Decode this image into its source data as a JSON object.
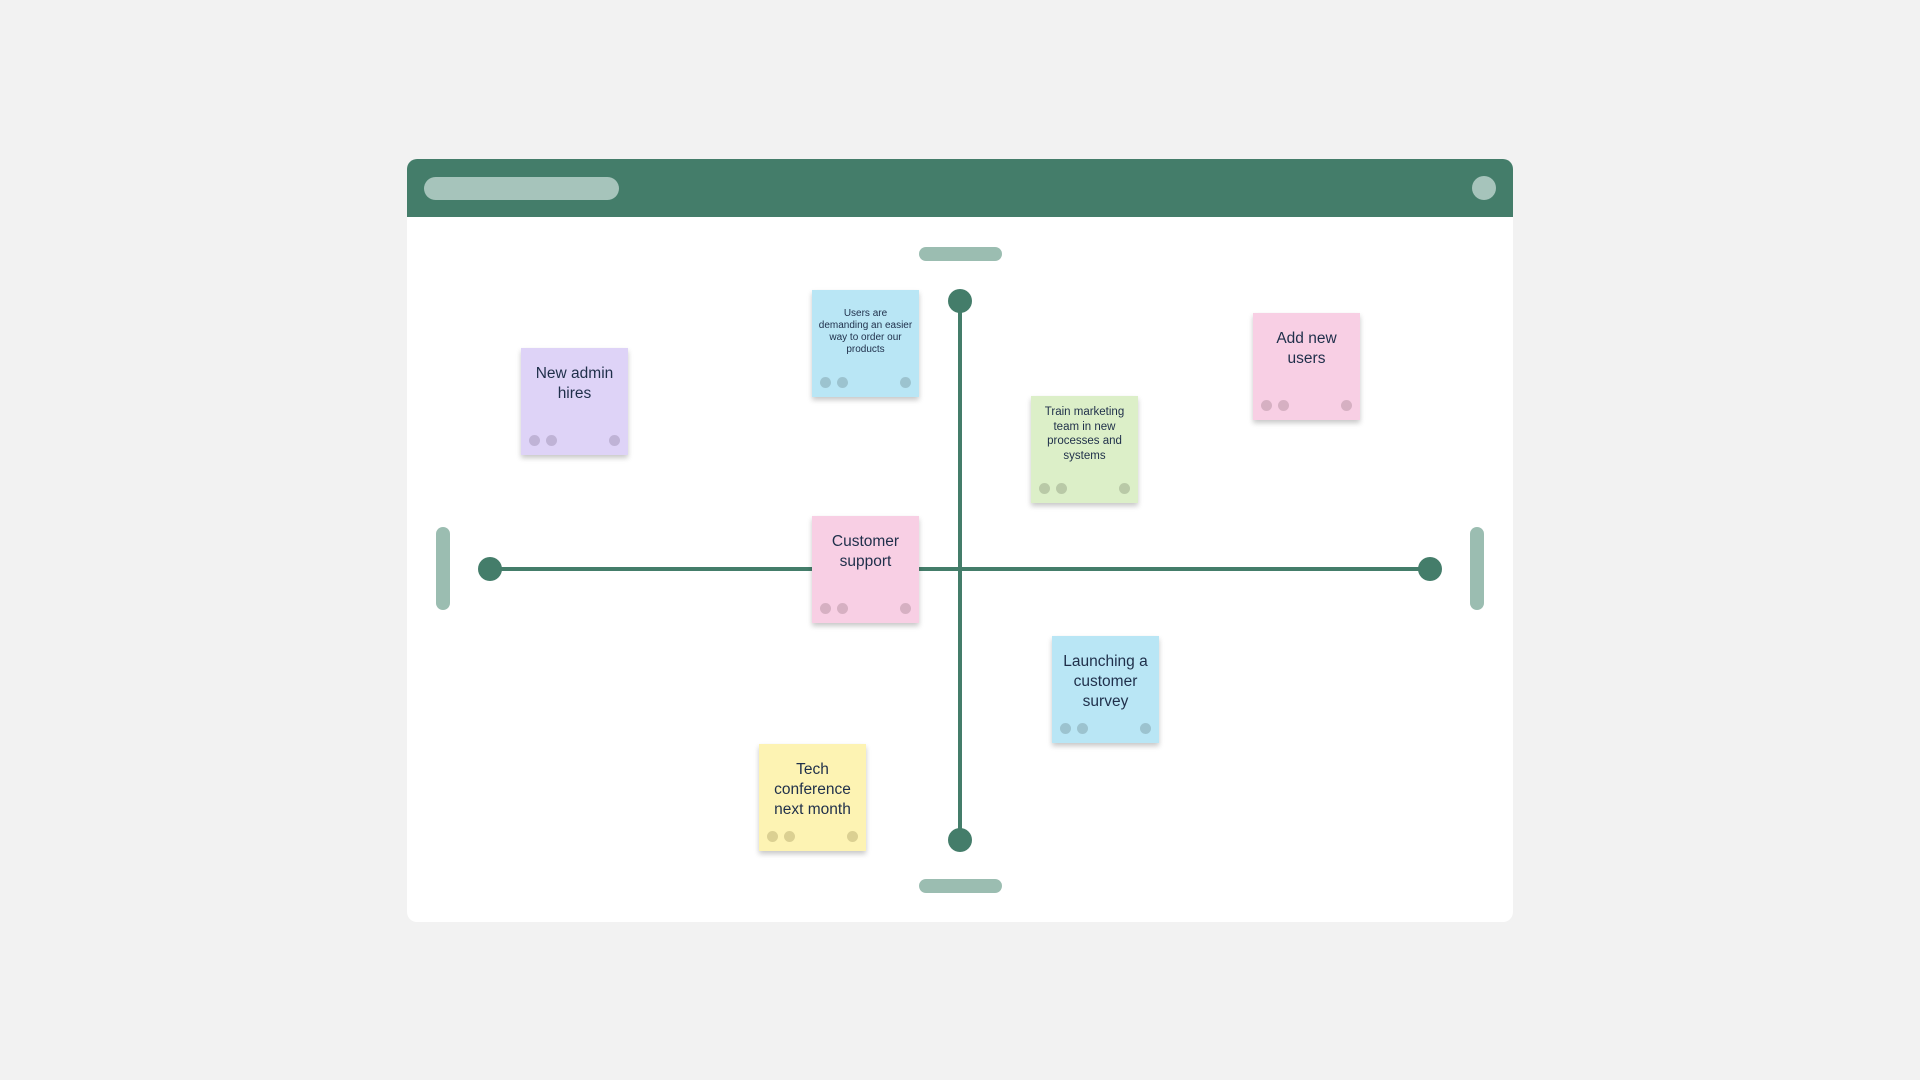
{
  "notes": {
    "admin": {
      "text": "New admin hires",
      "color": "#ded3f7",
      "dot": "#bfb3d6"
    },
    "demand": {
      "text": "Users are demanding an easier way to order our products",
      "color": "#b9e6f5",
      "dot": "#9cc3cf"
    },
    "users": {
      "text": "Add new users",
      "color": "#f8cfe4",
      "dot": "#d6b0c2"
    },
    "train": {
      "text": "Train marketing team in new processes and systems",
      "color": "#dcefc8",
      "dot": "#b9c9a7"
    },
    "support": {
      "text": "Customer support",
      "color": "#f8cfe4",
      "dot": "#d6b0c2"
    },
    "survey": {
      "text": "Launching a customer survey",
      "color": "#b9e6f5",
      "dot": "#9cc3cf"
    },
    "conference": {
      "text": "Tech conference next month",
      "color": "#fdf3b3",
      "dot": "#dbd092"
    }
  },
  "colors": {
    "accent": "#447d6a",
    "handle": "#9bbdb1",
    "titlebar_element": "#a6c4bb"
  }
}
